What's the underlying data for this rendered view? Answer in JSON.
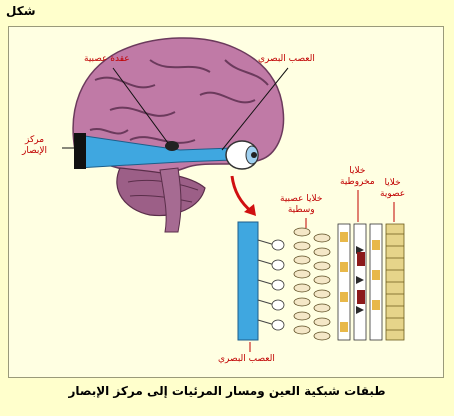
{
  "figure_tag": "شكل",
  "labels": {
    "nerve_node": "عقدة عصبية",
    "optic_nerve_top": "العصب البصري",
    "visual_center_line1": "مركز",
    "visual_center_line2": "الإبصار",
    "bipolar_cells_line1": "خلايا عصبية",
    "bipolar_cells_line2": "وسطية",
    "cone_cells_line1": "خلايا",
    "cone_cells_line2": "مخروطية",
    "rod_cells_line1": "خلايا",
    "rod_cells_line2": "عصوية",
    "optic_nerve_bottom": "العصب البصري"
  },
  "caption": "طبقات شبكية العين ومسار المرئيات إلى مركز الإبصار",
  "colors": {
    "background": "#FFFFCC",
    "panel": "#FFFFE2",
    "label_red": "#C00000",
    "brain": "#C07AA6",
    "nerve_blue": "#3FA7E0",
    "arrow_red": "#D01010"
  }
}
